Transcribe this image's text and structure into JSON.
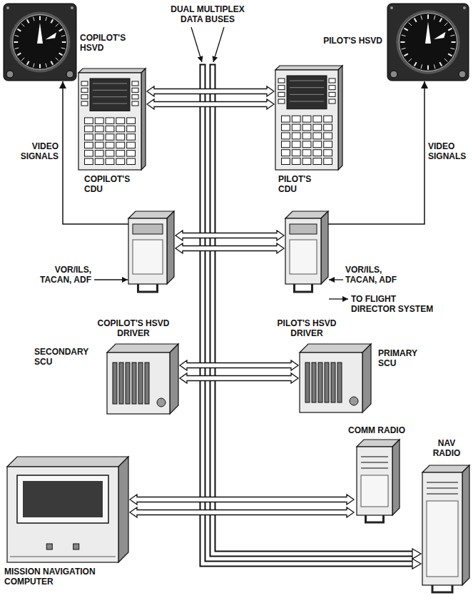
{
  "diagram": {
    "nodes": [
      {
        "text": [
          "COPILOT'S HSVD"
        ]
      },
      {
        "text": [
          "PILOT'S HSVD"
        ]
      },
      {
        "text": [
          "COPILOT'S CDU"
        ]
      },
      {
        "text": [
          "PILOT'S CDU"
        ]
      },
      {
        "text": [
          "COPILOT'S HSVD DRIVER"
        ]
      },
      {
        "text": [
          "PILOT'S HSVD DRIVER"
        ]
      },
      {
        "text": [
          "SECONDARY SCU"
        ]
      },
      {
        "text": [
          "PRIMARY SCU"
        ]
      },
      {
        "text": [
          "COMM RADIO"
        ]
      },
      {
        "text": [
          "NAV RADIO"
        ]
      },
      {
        "text": [
          "MISSION NAVIGATION COMPUTER"
        ]
      }
    ],
    "edges": [
      {
        "from": 4,
        "to": 0,
        "arrow": "to",
        "label": "VIDEO SIGNALS"
      },
      {
        "from": 5,
        "to": 1,
        "arrow": "to",
        "label": "VIDEO SIGNALS"
      }
    ],
    "labels": [
      "DUAL MULTIPLEX DATA BUSES",
      "VOR/ILS, TACAN, ADF",
      "VOR/ILS, TACAN, ADF",
      "TO FLIGHT DIRECTOR SYSTEM"
    ]
  }
}
